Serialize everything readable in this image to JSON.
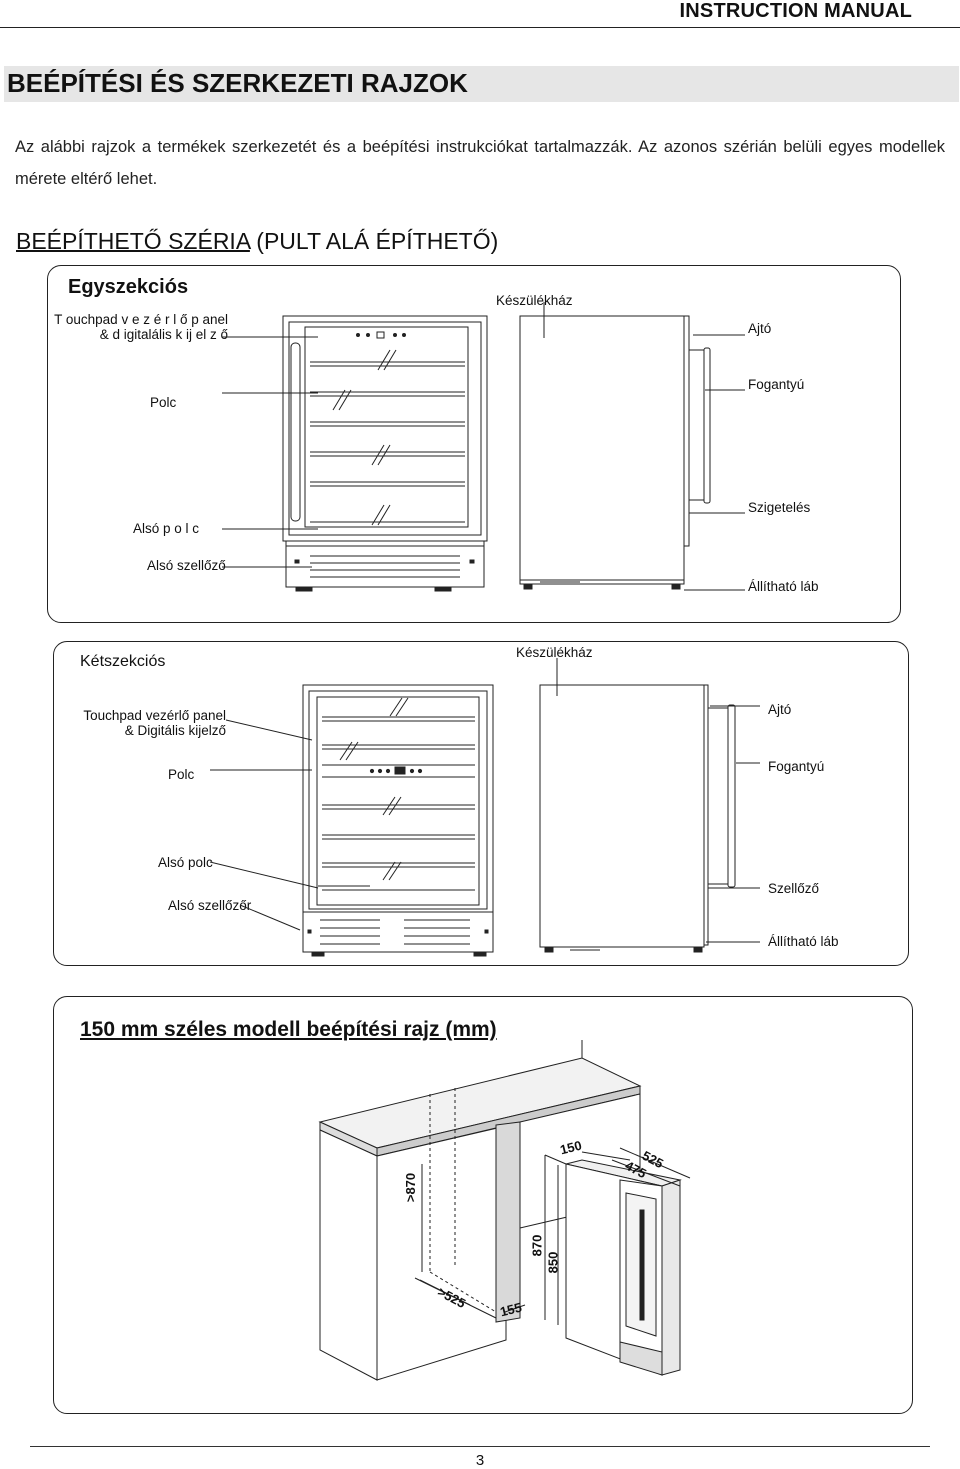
{
  "header": {
    "title": "INSTRUCTION MANUAL"
  },
  "banner": {
    "title": "BEÉPÍTÉSI ÉS SZERKEZETI RAJZOK"
  },
  "intro": {
    "text": "Az alábbi rajzok a termékek szerkezetét és a beépítési instrukciókat tartalmazzák. Az azonos szérián belüli egyes modellek mérete eltérő lehet."
  },
  "series": {
    "title": "BEÉPÍTHETŐ SZÉRIA",
    "subtitle": "(PULT ALÁ ÉPÍTHETŐ)"
  },
  "single": {
    "title": "Egyszekciós",
    "labels": {
      "touchpad_line1": "T ouchpad  v e z é r l ő  p anel",
      "touchpad_line2": "&  d igitalális  k ij el z ő",
      "shelf": "Polc",
      "bottom_shelf": "Alsó  p o l c",
      "bottom_vent": "Alsó szellőző",
      "cabinet": "Készülékház",
      "door": "Ajtó",
      "handle": "Fogantyú",
      "insulation": "Szigetelés",
      "adjustable_foot": "Állítható láb"
    }
  },
  "double": {
    "title": "Kétszekciós",
    "labels": {
      "touchpad_line1": "Touchpad vezérlő panel",
      "touchpad_line2": "& Digitális kijelző",
      "shelf": "Polc",
      "bottom_shelf": "Alsó polc",
      "bottom_vent": "Alsó szellőzőr",
      "cabinet": "Készülékház",
      "door": "Ajtó",
      "handle": "Fogantyú",
      "vent": "Szellőző",
      "adjustable_foot": "Állítható láb"
    }
  },
  "install": {
    "title": "150 mm széles modell beépítési rajz (mm)",
    "dims": {
      "height_gt": ">870",
      "depth_gt": ">525",
      "width_opening": "155",
      "width": "150",
      "depth_outer": "525",
      "depth_inner": "475",
      "height_max": "870",
      "height_min": "850"
    }
  },
  "footer": {
    "page": "3"
  }
}
